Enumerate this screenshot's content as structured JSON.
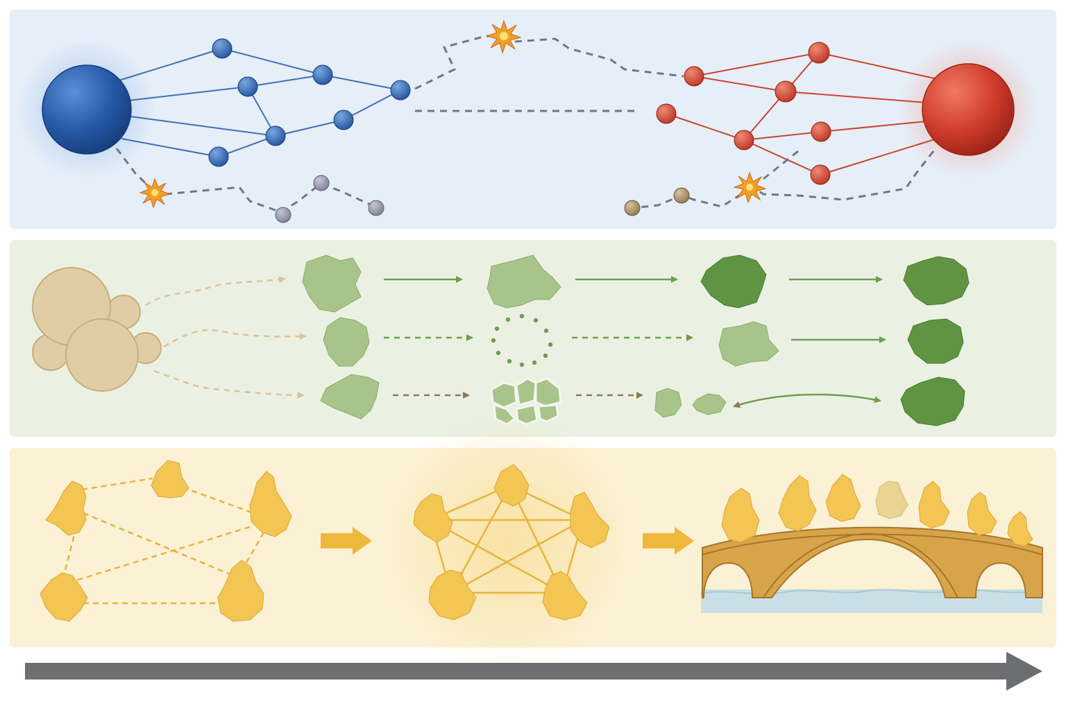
{
  "figure": {
    "panels": [
      {
        "id": "network-panel",
        "theme": "blue-red",
        "background": "#e6eef8",
        "left_hub_color": "#2458a6",
        "right_hub_color": "#cf3b2b",
        "spark_color": "#f2a024"
      },
      {
        "id": "shape-panel",
        "theme": "green",
        "background": "#eaf1e2",
        "rows": 3,
        "cluster_color": "#e0cda5",
        "light_green": "#a8c48a",
        "dark_green": "#5f9443"
      },
      {
        "id": "bridge-panel",
        "theme": "yellow",
        "background": "#fbf1d4",
        "piece_color": "#f3c552",
        "arrow_color": "#efb73c",
        "bridge_color": "#d8a44a",
        "water_color": "#c9dfe6"
      }
    ],
    "timeline_arrow_color": "#6b6f72"
  }
}
